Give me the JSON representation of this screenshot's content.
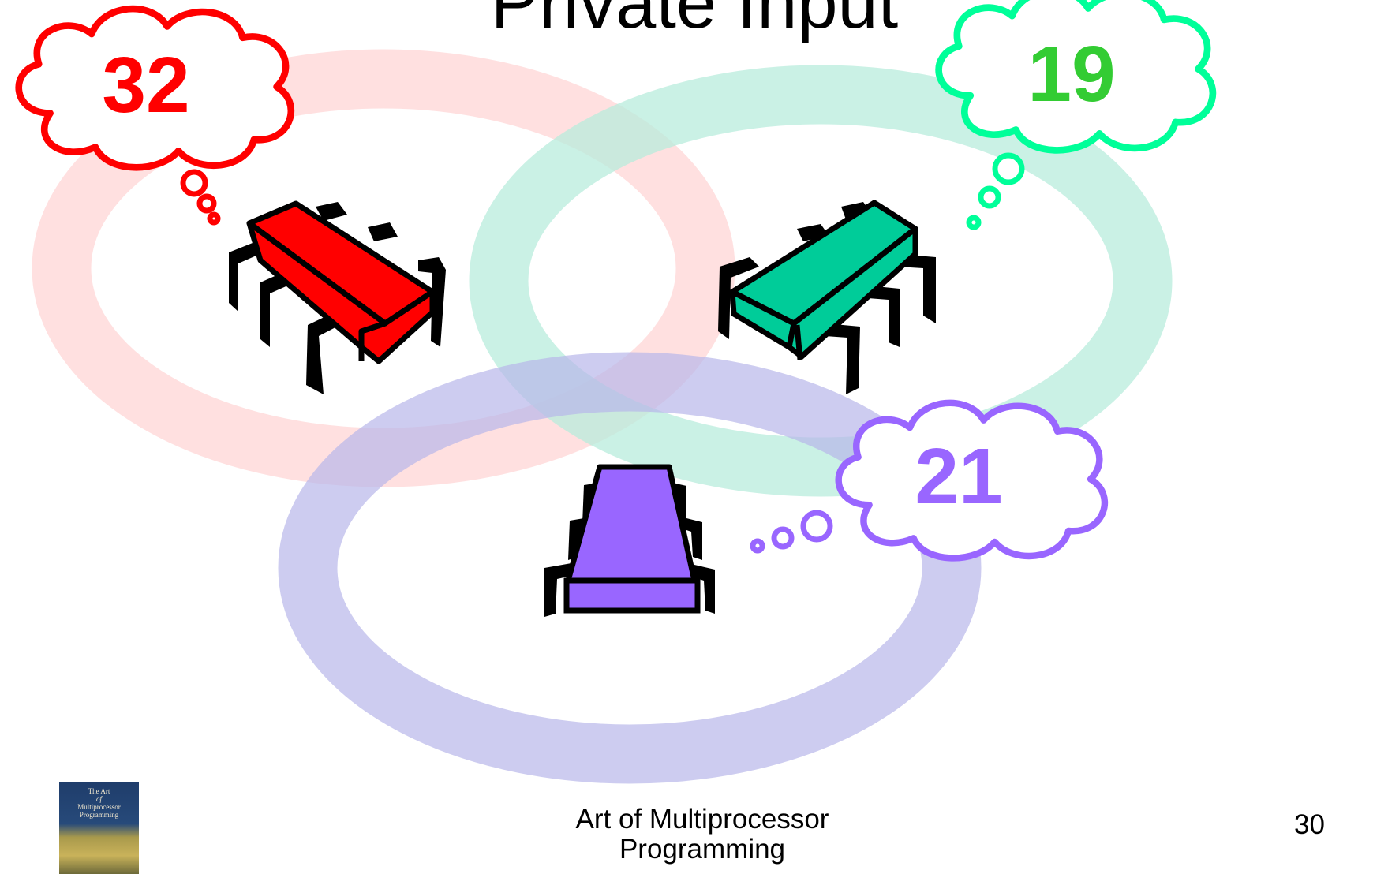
{
  "slide": {
    "title": "Private Input",
    "page_number": "30",
    "footer": {
      "line1": "Art of Multiprocessor",
      "line2": "Programming"
    },
    "book_cover": {
      "line1": "The Art",
      "line2": "of",
      "line3": "Multiprocessor",
      "line4": "Programming"
    }
  },
  "processors": [
    {
      "id": "red",
      "input": "32",
      "chip_color": "#ff0000",
      "cloud_color": "#ff0000",
      "number_color": "#ff0000",
      "ring_color": "#ffd6d6"
    },
    {
      "id": "green",
      "input": "19",
      "chip_color": "#00cc99",
      "cloud_color": "#00ff99",
      "number_color": "#33cc33",
      "ring_color": "#b8ecdc"
    },
    {
      "id": "purple",
      "input": "21",
      "chip_color": "#9966ff",
      "cloud_color": "#9966ff",
      "number_color": "#9966ff",
      "ring_color": "#c4c2ee"
    }
  ]
}
